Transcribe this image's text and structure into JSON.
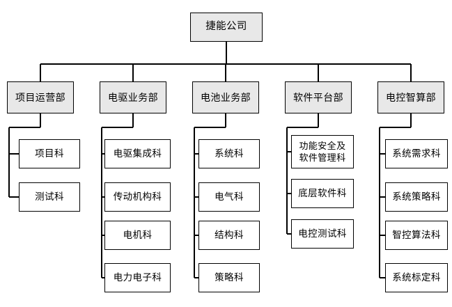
{
  "chart_data": {
    "type": "diagram",
    "diagram_kind": "organization-chart",
    "orientation": "top-down-with-vertical-spines",
    "title": "",
    "colors": {
      "page_background": "#ffffff",
      "root_fill": "#e8e8e8",
      "department_fill": "#e8e8e8",
      "leaf_fill": "#ffffff",
      "border": "#000000",
      "connector": "#000000",
      "text": "#000000"
    },
    "root": {
      "label": "捷能公司",
      "fill": "#e8e8e8"
    },
    "departments": [
      {
        "label": "项目运营部",
        "fill": "#e8e8e8",
        "children": [
          {
            "label": "项目科"
          },
          {
            "label": "测试科"
          }
        ]
      },
      {
        "label": "电驱业务部",
        "fill": "#e8e8e8",
        "children": [
          {
            "label": "电驱集成科"
          },
          {
            "label": "传动机构科"
          },
          {
            "label": "电机科"
          },
          {
            "label": "电力电子科"
          }
        ]
      },
      {
        "label": "电池业务部",
        "fill": "#e8e8e8",
        "children": [
          {
            "label": "系统科"
          },
          {
            "label": "电气科"
          },
          {
            "label": "结构科"
          },
          {
            "label": "策略科"
          }
        ]
      },
      {
        "label": "软件平台部",
        "fill": "#e8e8e8",
        "children": [
          {
            "label": "功能安全及\n软件管理科",
            "lines": 2
          },
          {
            "label": "底层软件科"
          },
          {
            "label": "电控测试科"
          }
        ]
      },
      {
        "label": "电控智算部",
        "fill": "#e8e8e8",
        "children": [
          {
            "label": "系统需求科"
          },
          {
            "label": "系统策略科"
          },
          {
            "label": "智控算法科"
          },
          {
            "label": "系统标定科"
          }
        ]
      }
    ]
  }
}
